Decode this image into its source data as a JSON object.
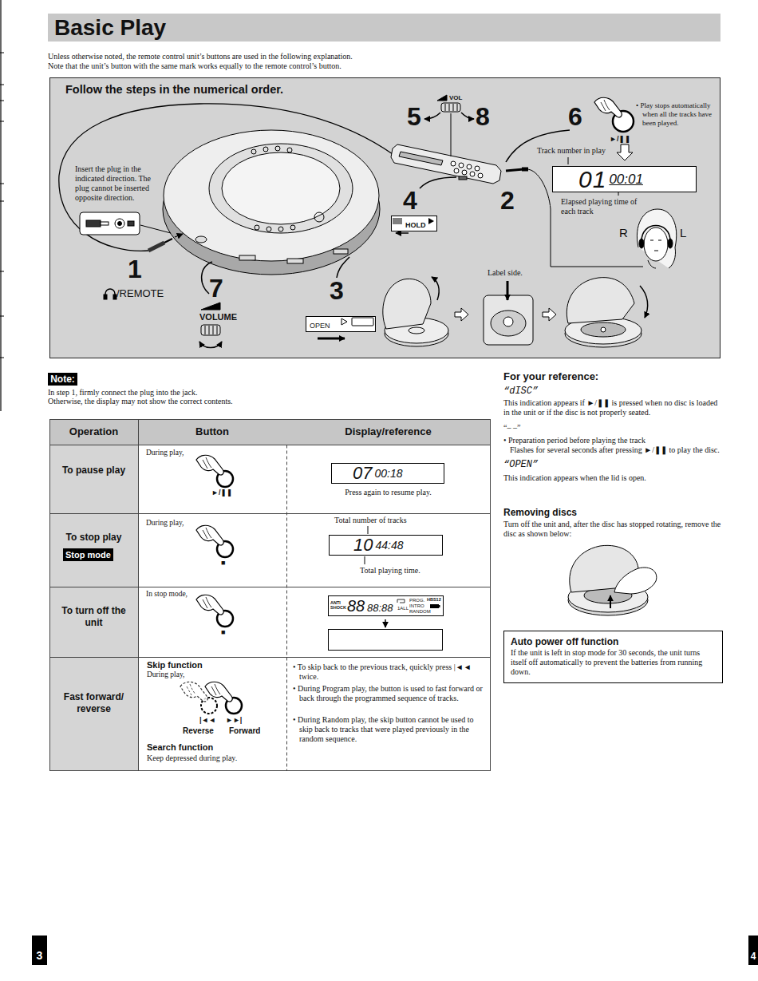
{
  "diagram": {
    "title": "Basic Play",
    "nodes": [
      {
        "text": [
          "Follow the steps in the numerical order."
        ]
      },
      {
        "text": [
          "01",
          "00:01"
        ],
        "in": 0
      },
      {
        "text": [
          "HOLD"
        ],
        "in": 0
      },
      {
        "text": [
          "OPEN"
        ],
        "in": 0
      },
      {
        "text": [
          "Note:"
        ]
      },
      {
        "text": [
          "07",
          "00:18"
        ]
      },
      {
        "text": [
          "Stop mode"
        ]
      },
      {
        "text": [
          "10",
          "44:48"
        ]
      },
      {
        "text": [
          "88",
          "88:88",
          "1ALL",
          "PROG.",
          "INTRO",
          "RANDOM",
          "HBS12",
          "ANTI SHOCK"
        ]
      },
      {
        "text": [
          "Auto power off function",
          "If the unit is left in stop mode for 30 seconds, the unit turns itself off automatically to prevent the batteries from running down."
        ]
      },
      {
        "text": [
          "3"
        ]
      },
      {
        "text": [
          "4"
        ]
      }
    ],
    "labels": [
      "Unless otherwise noted, the remote control unit’s buttons are used in the following explanation.",
      "Note that the unit’s button with the same mark works equally to the remote control’s button.",
      "Insert the plug in the indicated direction. The plug cannot be inserted opposite direction.",
      "1",
      "/REMOTE",
      "2",
      "3",
      "4",
      "5",
      "8",
      "VOL",
      "6",
      "• Play stops automatically when all the tracks have been played.",
      "►/❚❚",
      "Track number in play",
      "Elapsed playing time of each track",
      "R",
      "L",
      "7",
      "VOLUME",
      "Label side.",
      "In step 1, firmly connect the plug into the jack.",
      "Otherwise, the display may not show the correct contents.",
      "Operation",
      "Button",
      "Display/reference",
      "To pause play",
      "During play,",
      "►/❚❚",
      "Press again to resume play.",
      "To stop play",
      "During play,",
      "■",
      "Total number of tracks",
      "Total playing time.",
      "To turn off the unit",
      "In stop mode,",
      "■",
      "Fast forward/ reverse",
      "Skip function",
      "During play,",
      "|◄◄",
      "►►|",
      "Reverse",
      "Forward",
      "Search function",
      "Keep depressed during play.",
      "• To skip back to the previous track, quickly press |◄◄ twice.",
      "• During Program play, the button is used to fast forward or back through the programmed sequence of tracks.",
      "• During Random play, the skip button cannot be used to skip back to tracks that were played previously in the random sequence.",
      "For your reference:",
      "“dISC”",
      "This indication appears if ►/❚❚ is pressed when no disc is loaded in the unit or if the disc is not properly seated.",
      "“– –”",
      "• Preparation period before playing the track",
      "Flashes for several seconds after pressing ►/❚❚ to play the disc.",
      "“OPEN”",
      "This indication appears when the lid is open.",
      "Removing discs",
      "Turn off the unit and, after the disc has stopped rotating, remove the disc as shown below:"
    ]
  }
}
